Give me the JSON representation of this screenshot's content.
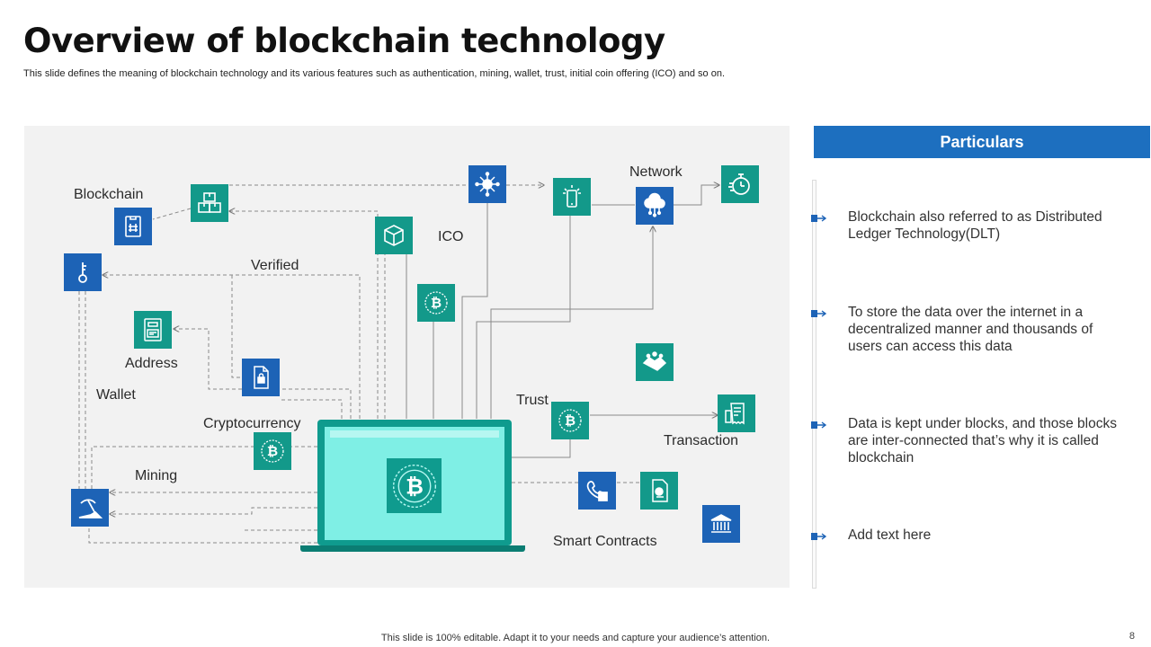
{
  "header": {
    "title": "Overview of blockchain technology",
    "subtitle": "This slide defines the meaning of blockchain technology and its various features such as authentication, mining, wallet, trust, initial coin offering (ICO)  and so on."
  },
  "diagram": {
    "labels": {
      "blockchain": "Blockchain",
      "verified": "Verified",
      "address": "Address",
      "wallet": "Wallet",
      "cryptocurrency": "Cryptocurrency",
      "mining": "Mining",
      "ico": "ICO",
      "network": "Network",
      "trust": "Trust",
      "transaction": "Transaction",
      "smart_contracts": "Smart Contracts"
    },
    "icons": [
      "blocks-icon",
      "hash-icon",
      "key-icon",
      "id-card-icon",
      "document-lock-icon",
      "bitcoin-icon",
      "pickaxe-icon",
      "box-icon",
      "network-hub-icon",
      "smartphone-icon",
      "cloud-network-icon",
      "stopwatch-icon",
      "handshake-icon",
      "receipt-icon",
      "phone-contact-icon",
      "contract-icon",
      "bank-icon",
      "laptop-icon"
    ]
  },
  "particulars": {
    "header": "Particulars",
    "items": [
      "Blockchain also referred to as Distributed Ledger Technology(DLT)",
      "To store the data over the internet in a decentralized manner and thousands of users can access this data",
      "Data is kept under blocks, and those blocks are inter-connected  that’s why it is called blockchain",
      "Add text here"
    ]
  },
  "footer": {
    "note": "This slide is 100% editable. Adapt it to your needs and capture your audience’s attention.",
    "page_number": "8"
  },
  "colors": {
    "teal": "#13998a",
    "blue": "#1d63b6",
    "header_blue": "#1d6fbf",
    "panel": "#f2f2f2"
  }
}
